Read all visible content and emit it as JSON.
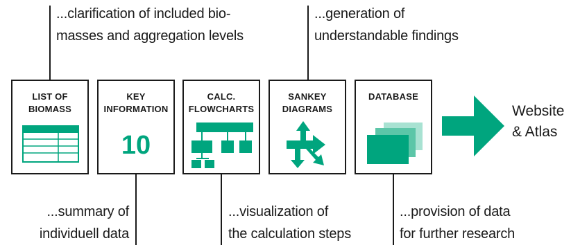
{
  "colors": {
    "accent": "#00a57e",
    "accent_light": "#7fd3bd",
    "line": "#1a1a1a"
  },
  "top_captions": [
    {
      "lines": [
        "...clarification of included bio-",
        "masses and aggregation levels"
      ]
    },
    {
      "lines": [
        "...generation of",
        "understandable findings"
      ]
    }
  ],
  "bottom_captions": [
    {
      "lines": [
        "...summary of",
        "individuell data"
      ]
    },
    {
      "lines": [
        "...visualization of",
        "the calculation steps"
      ]
    },
    {
      "lines": [
        "...provision of data",
        "for further research"
      ]
    }
  ],
  "boxes": [
    {
      "title_lines": [
        "LIST OF",
        "BIOMASS"
      ],
      "icon": "table-icon"
    },
    {
      "title_lines": [
        "KEY",
        "INFORMATION"
      ],
      "icon": "number",
      "number": "10"
    },
    {
      "title_lines": [
        "CALC.",
        "FLOWCHARTS"
      ],
      "icon": "flowchart-icon"
    },
    {
      "title_lines": [
        "SANKEY",
        "DIAGRAMS"
      ],
      "icon": "sankey-arrows-icon"
    },
    {
      "title_lines": [
        "DATABASE"
      ],
      "icon": "stacked-sheets-icon"
    }
  ],
  "arrow": {
    "icon": "right-arrow-icon"
  },
  "target": {
    "lines": [
      "Website",
      "& Atlas"
    ]
  }
}
